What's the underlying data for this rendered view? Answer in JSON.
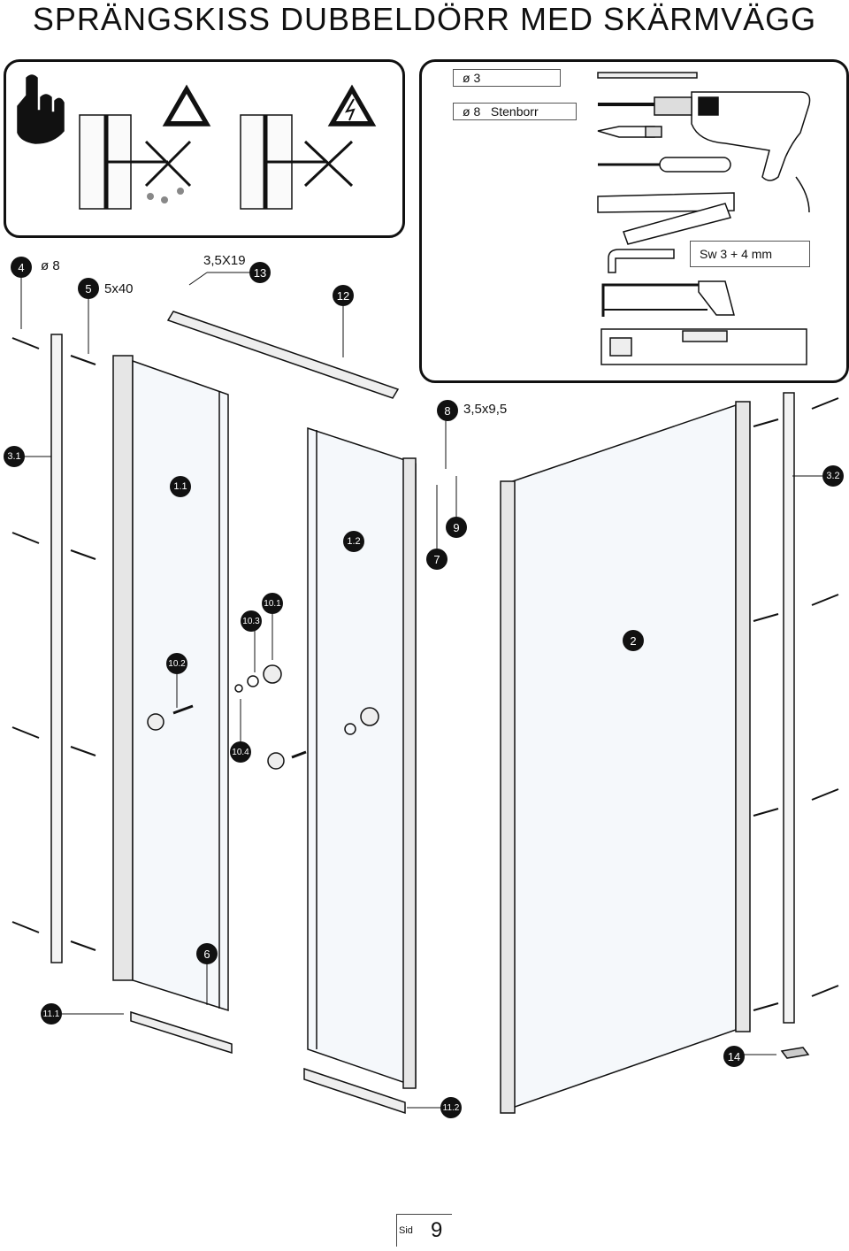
{
  "title": "SPRÄNGSKISS  DUBBELDÖRR  MED  SKÄRMVÄGG",
  "tools": {
    "drill_3": "ø 3",
    "drill_8": "ø 8",
    "stone_bit": "Stenborr",
    "hex_keys": "Sw 3 + 4 mm"
  },
  "parts": {
    "p4": "4",
    "p4_dim": "ø 8",
    "p5": "5",
    "p5_dim": "5x40",
    "p13_dim": "3,5X19",
    "p13": "13",
    "p12": "12",
    "p8": "8",
    "p8_dim": "3,5x9,5",
    "p3_1": "3.1",
    "p3_2": "3.2",
    "p1_1": "1.1",
    "p1_2": "1.2",
    "p9": "9",
    "p7": "7",
    "p2": "2",
    "p10_1": "10.1",
    "p10_3": "10.3",
    "p10_2": "10.2",
    "p10_4": "10.4",
    "p6": "6",
    "p11_1": "11.1",
    "p11_2": "11.2",
    "p14": "14"
  },
  "footer": {
    "label": "Sid",
    "page": "9"
  },
  "colors": {
    "ink": "#111111",
    "glass": "#f4f7fa",
    "frame": "#dcdcdc"
  }
}
